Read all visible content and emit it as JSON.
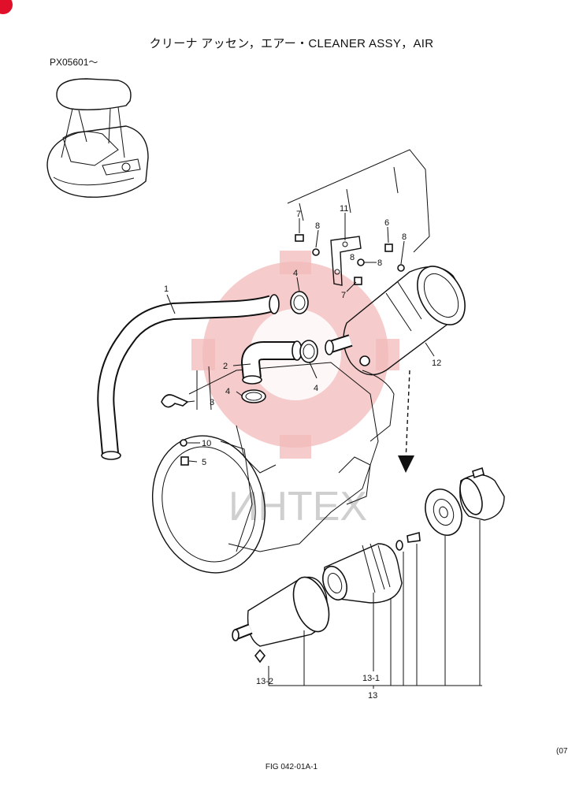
{
  "header": {
    "title": "クリーナ アッセン，エアー・CLEANER ASSY，AIR",
    "serial": "PX05601～"
  },
  "footer": {
    "figure_id": "FIG 042-01A-1",
    "page_fragment": "(07"
  },
  "watermark": {
    "text": "ИНТЕХ",
    "color": "#f2b9b9"
  },
  "callouts": [
    "1",
    "2",
    "3",
    "4",
    "4",
    "4",
    "5",
    "6",
    "7",
    "7",
    "8",
    "8",
    "8",
    "8",
    "10",
    "11",
    "12",
    "13",
    "13-1",
    "13-2"
  ],
  "colors": {
    "line": "#111111",
    "corner_badge": "#e0102a"
  }
}
